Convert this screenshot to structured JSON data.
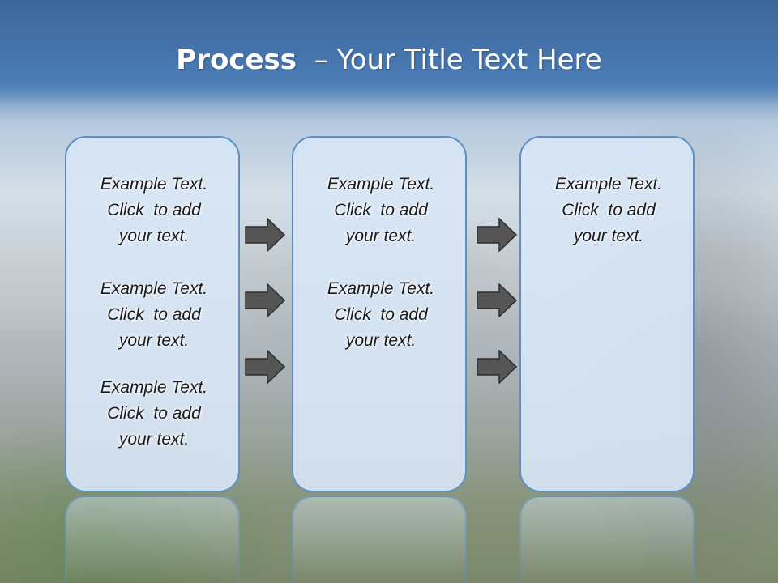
{
  "title": {
    "bold": "Process",
    "rest": "  – Your Title Text Here"
  },
  "columns": [
    {
      "items": [
        {
          "l1": "Example Text.",
          "l2": "Click  to add",
          "l3": "your text."
        },
        {
          "l1": "Example Text.",
          "l2": "Click  to add",
          "l3": "your text."
        },
        {
          "l1": "Example Text.",
          "l2": "Click  to add",
          "l3": "your text."
        }
      ]
    },
    {
      "items": [
        {
          "l1": "Example Text.",
          "l2": "Click  to add",
          "l3": "your text."
        },
        {
          "l1": "Example Text.",
          "l2": "Click  to add",
          "l3": "your text."
        }
      ]
    },
    {
      "items": [
        {
          "l1": "Example Text.",
          "l2": "Click  to add",
          "l3": "your text."
        }
      ]
    }
  ],
  "colors": {
    "title_band": "#4a7bb5",
    "box_border": "#5c8fc4",
    "box_fill": "#d7e5f5",
    "arrow_fill": "#555555"
  },
  "icons": {
    "arrow": "right-arrow-icon"
  }
}
